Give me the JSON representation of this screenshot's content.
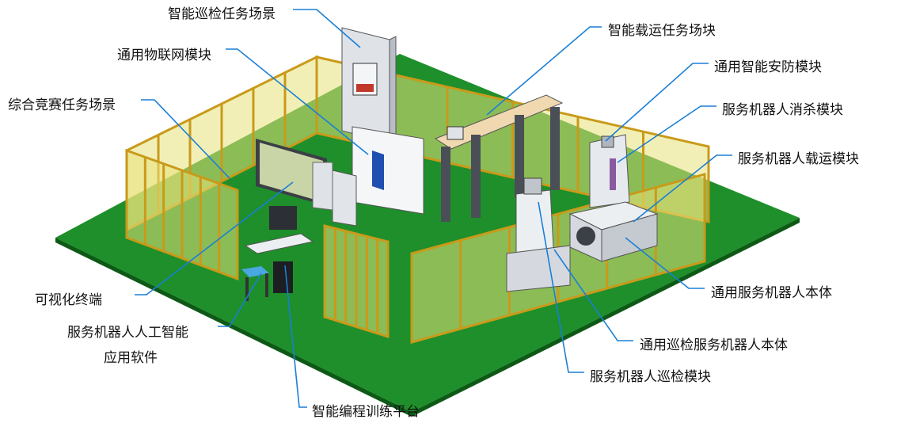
{
  "colors": {
    "floor": "#1e8f2a",
    "floor_edge": "#0d5a16",
    "fence_post": "#c99a1a",
    "fence_mesh": "#e8e27a",
    "leader": "#1a7fd6",
    "equipment": "#e6e9ee",
    "equipment_dark": "#3b3f46",
    "screen": "#c9d5a6"
  },
  "labels": {
    "inspection_scene": "智能巡检任务场景",
    "iot_module": "通用物联网模块",
    "competition_scene": "综合竞赛任务场景",
    "transport_scene": "智能载运任务场块",
    "security_module": "通用智能安防模块",
    "disinfection_module": "服务机器人消杀模块",
    "carrying_module": "服务机器人载运模块",
    "visual_terminal": "可视化终端",
    "ai_software_line1": "服务机器人人工智能",
    "ai_software_line2": "应用软件",
    "robot_body": "通用服务机器人本体",
    "inspection_robot_body": "通用巡检服务机器人本体",
    "inspection_module": "服务机器人巡检模块",
    "programming_platform": "智能编程训练平台"
  }
}
